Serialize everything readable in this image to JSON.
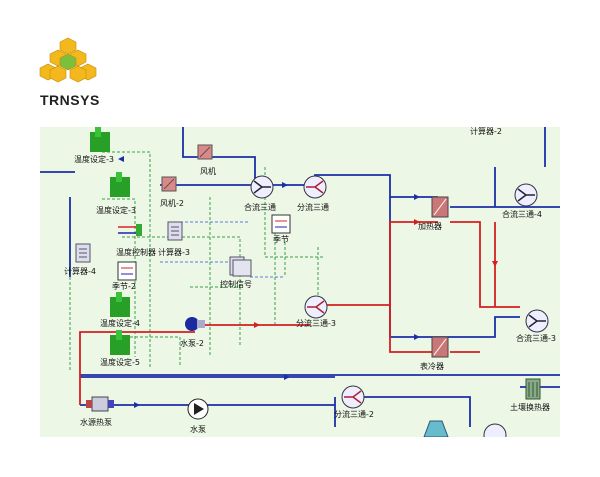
{
  "logo": {
    "text": "TRNSYS"
  },
  "labels": {
    "calc2": "计算器-2",
    "tempset3a": "温度设定-3",
    "tempset3b": "温度设定-3",
    "fan": "风机",
    "fan2": "风机-2",
    "mixer": "合流三通",
    "splitter": "分流三通",
    "mixer4": "合流三通-4",
    "heater": "加热器",
    "tempctrl": "温度控制器",
    "calc3": "计算器-3",
    "calc4": "计算器-4",
    "season": "季节",
    "season2": "季节-2",
    "ctrlsignal": "控制信号",
    "splitter3": "分流三通-3",
    "tempset4": "温度设定-4",
    "pump2": "水泵-2",
    "mixer3": "合流三通-3",
    "cooler": "表冷器",
    "tempset5": "温度设定-5",
    "heatpump": "水源热泵",
    "pump": "水泵",
    "splitter2": "分流三通-2",
    "soilhx": "土壤换热器"
  },
  "colors": {
    "blue_pipe": "#1c2fa8",
    "red_pipe": "#d42020",
    "ctrl_green": "#3aa04a",
    "ctrl_blue": "#5a7bd8",
    "background": "#ecf7e6"
  },
  "icons": [
    "logo-cubes",
    "temperature-setting-icon",
    "fan-icon",
    "mixer-tee-icon",
    "splitter-tee-icon",
    "heater-icon",
    "cooler-icon",
    "calculator-icon",
    "season-icon",
    "pump-icon",
    "heat-pump-icon",
    "ground-heat-exchanger-icon",
    "cooling-tower-icon"
  ]
}
